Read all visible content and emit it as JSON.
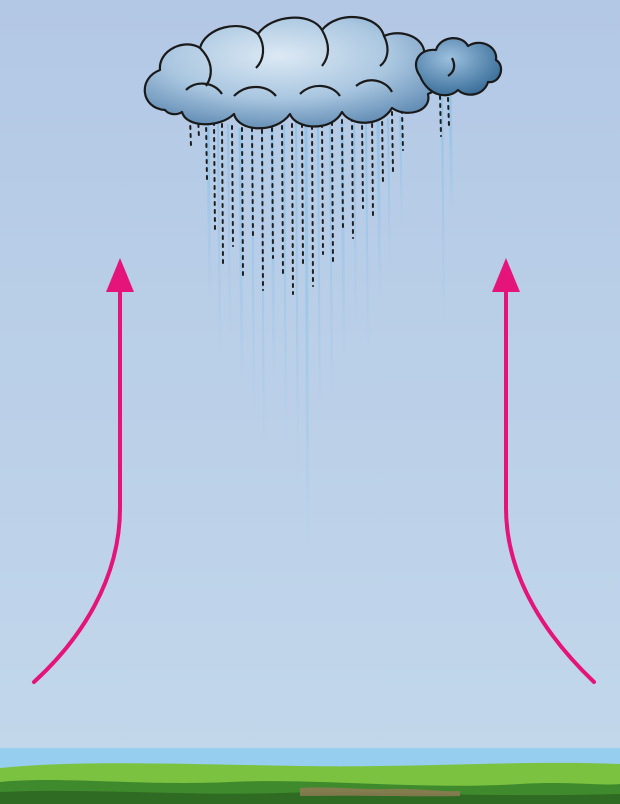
{
  "illustration": {
    "subject": "rain-cloud-with-rising-air",
    "elements": [
      "rain-cloud",
      "rain-streaks",
      "left-updraft-arrow",
      "right-updraft-arrow",
      "ground-strip"
    ],
    "colors": {
      "sky_top": "#b3c8e5",
      "sky_bottom": "#c3d8eb",
      "horizon": "#8ecdf0",
      "cloud_light": "#cfe0ef",
      "cloud_mid": "#8fb4d6",
      "cloud_dark": "#3f6f9a",
      "cloud_outline": "#1a1a1a",
      "rain_blue": "#8fc3e8",
      "rain_dark": "#1e1e1e",
      "arrow": "#e5147a",
      "grass_light": "#7cc241",
      "grass_dark": "#2f6b22",
      "soil": "#8a7a52"
    }
  }
}
